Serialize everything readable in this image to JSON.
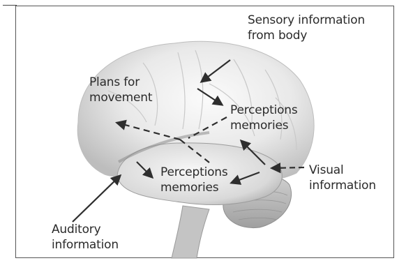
{
  "labels": {
    "sensory": "Sensory information\nfrom body",
    "plans": "Plans for\nmovement",
    "perceptions_upper": "Perceptions\nmemories",
    "perceptions_lower": "Perceptions\nmemories",
    "visual": "Visual\ninformation",
    "auditory": "Auditory\ninformation"
  },
  "colors": {
    "arrow": "#2e2e2e",
    "text": "#2b2b2b",
    "brain_light": "#f4f4f4",
    "brain_mid": "#d6d6d6",
    "brain_dark": "#a9a9a9"
  }
}
